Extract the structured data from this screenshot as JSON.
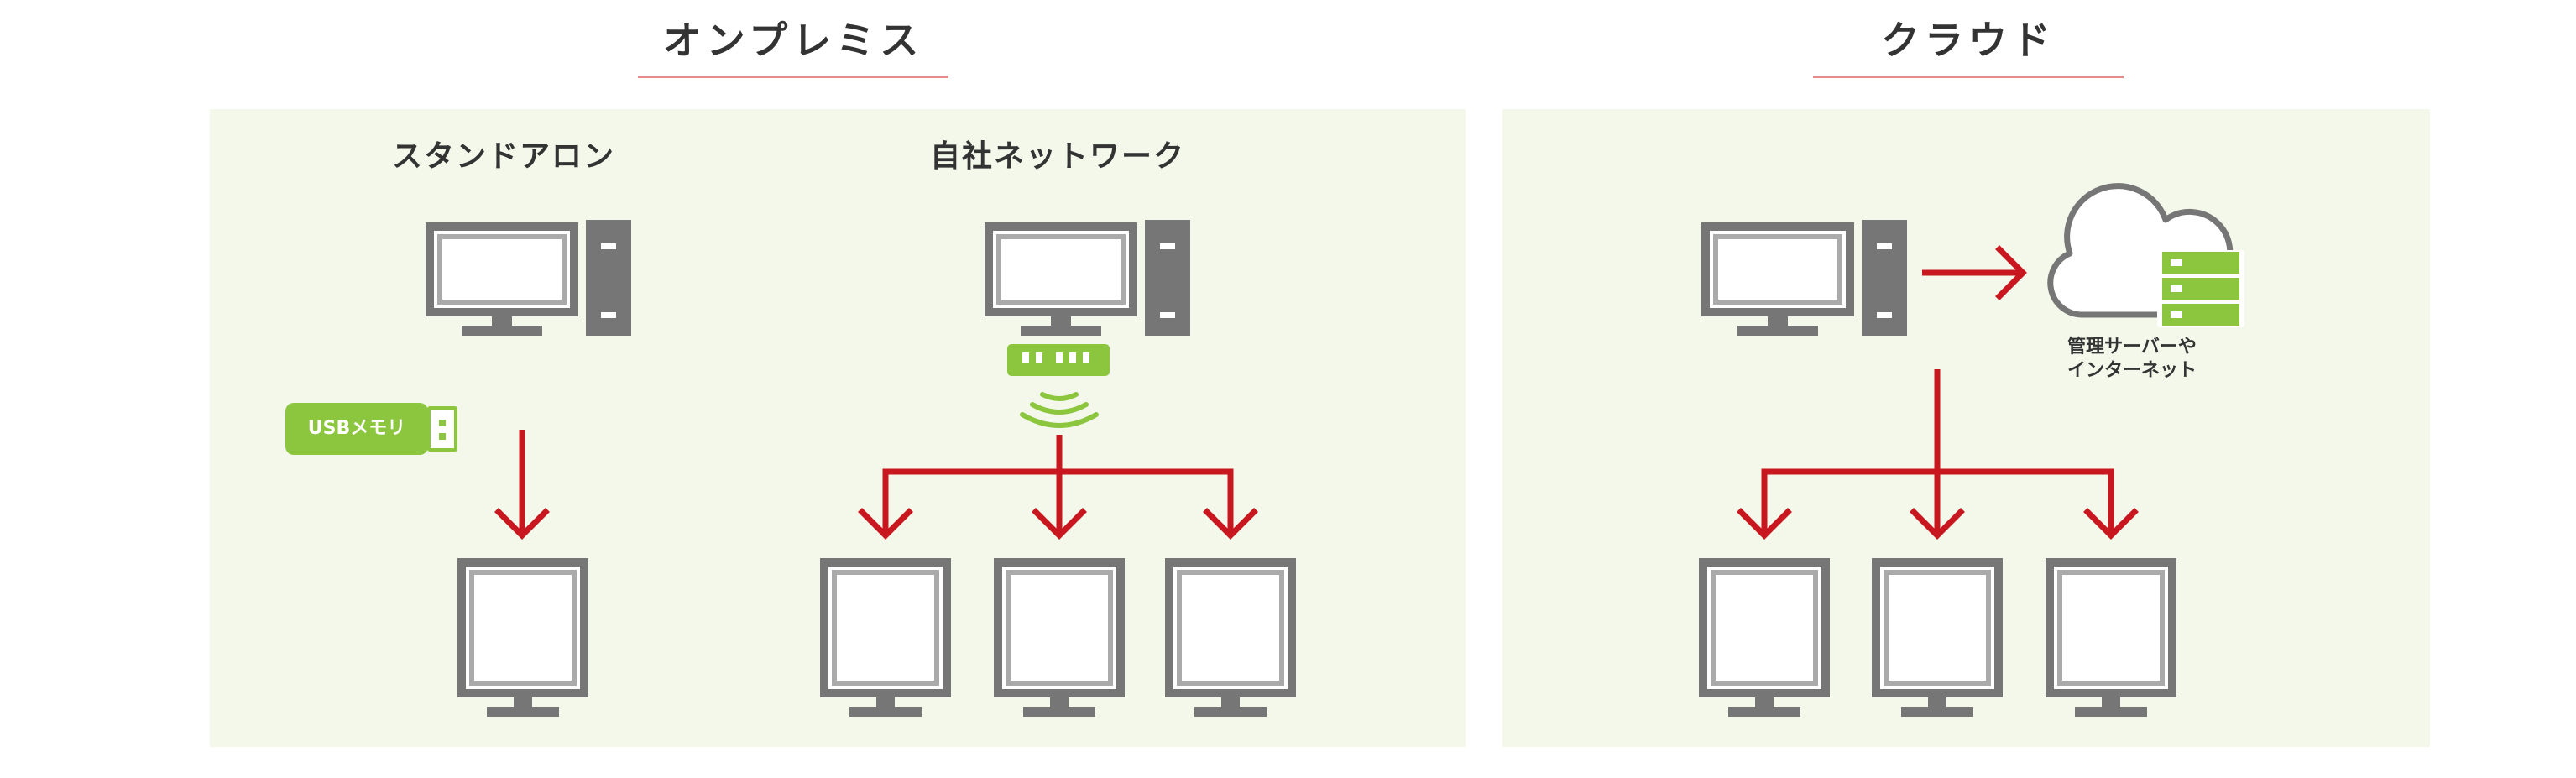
{
  "headings": {
    "on_premise": "オンプレミス",
    "cloud": "クラウド"
  },
  "sections": {
    "standalone": "スタンドアロン",
    "in_house_network": "自社ネットワーク"
  },
  "usb_label": "USBメモリ",
  "cloud_server_label": [
    "管理サーバーや",
    "インターネット"
  ],
  "colors": {
    "panel_bg": "#f3f8ea",
    "arrow": "#c8171e",
    "device_gray": "#767676",
    "accent_green": "#8cc63f",
    "heading_rule": "#e98b8b"
  },
  "icons": [
    "desktop-pc-icon",
    "monitor-icon",
    "usb-stick-icon",
    "wifi-router-icon",
    "cloud-server-icon"
  ]
}
